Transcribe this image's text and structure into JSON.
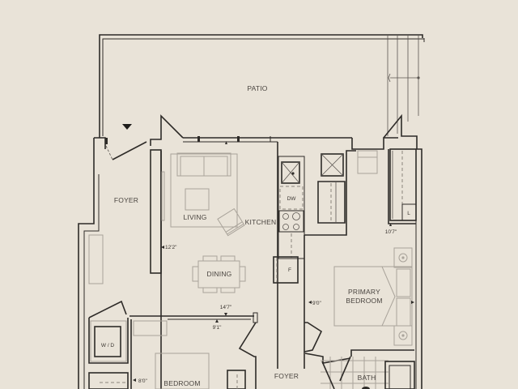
{
  "floorplan": {
    "background": "#E9E3D8",
    "wall_color": "#2E2B28",
    "furniture_color": "#A9A39A",
    "rooms": {
      "patio": "PATIO",
      "foyer_top": "FOYER",
      "living": "LIVING",
      "kitchen": "KITCHEN",
      "dining": "DINING",
      "primary_bedroom_line1": "PRIMARY",
      "primary_bedroom_line2": "BEDROOM",
      "bedroom": "BEDROOM",
      "foyer_bottom": "FOYER",
      "bath": "BATH"
    },
    "fixtures": {
      "dishwasher": "DW",
      "fridge": "F",
      "washer_dryer": "W / D",
      "linen": "L"
    },
    "dimensions": {
      "living_height": "12'2\"",
      "closet_height": "10'7\"",
      "primary_width": "9'0\"",
      "dining_width": "14'7\"",
      "bedroom_depth": "9'1\"",
      "bedroom_width": "8'0\""
    },
    "entry_marker": "entry-arrow"
  }
}
